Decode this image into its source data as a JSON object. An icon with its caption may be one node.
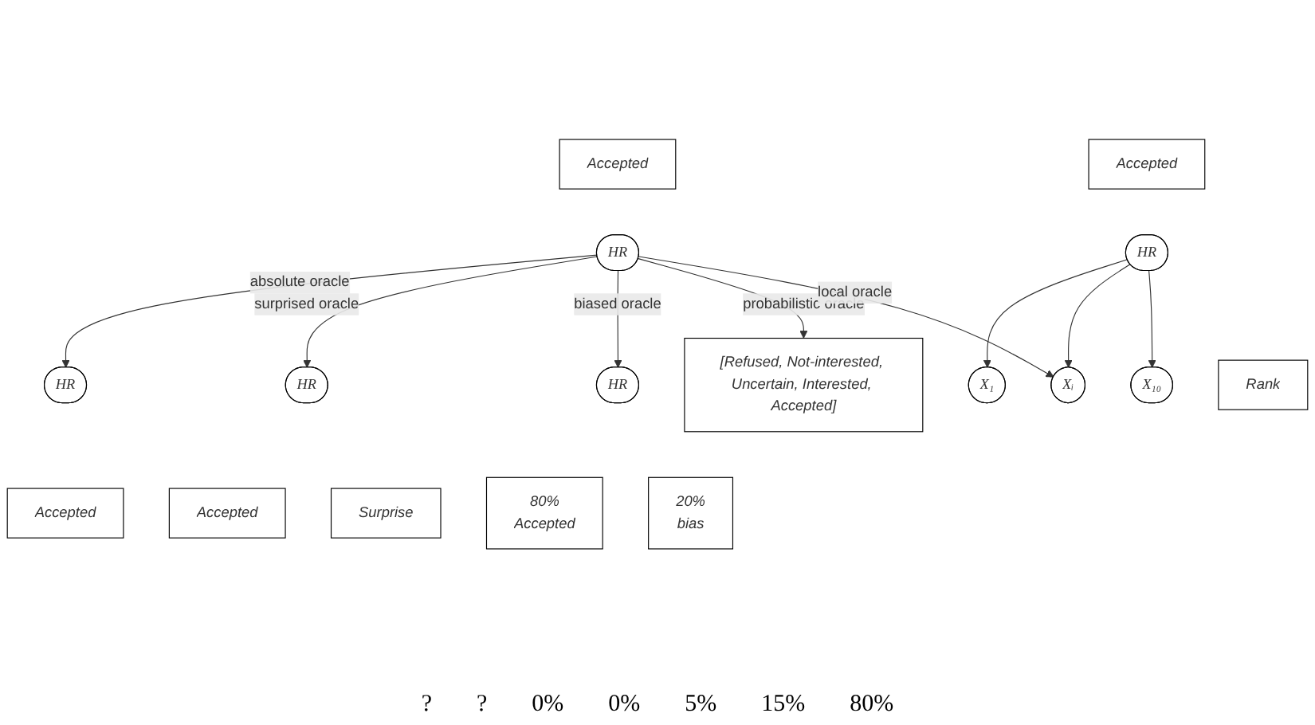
{
  "diagram": {
    "nodes": [
      {
        "text": [
          "Accepted"
        ]
      },
      {
        "text": [
          "HR"
        ]
      },
      {
        "text": [
          "Accepted"
        ]
      },
      {
        "text": [
          "HR"
        ]
      },
      {
        "text": [
          "Accepted"
        ]
      },
      {
        "text": [
          "HR"
        ]
      },
      {
        "text": [
          "Surprise"
        ]
      },
      {
        "text": [
          "80%",
          "Accepted"
        ]
      },
      {
        "text": [
          "HR"
        ]
      },
      {
        "text": [
          "20%",
          "bias"
        ]
      },
      {
        "text": [
          "X₁"
        ]
      },
      {
        "text": [
          "Xᵢ"
        ]
      },
      {
        "text": [
          "Accepted"
        ]
      },
      {
        "text": [
          "HR"
        ]
      },
      {
        "text": [
          "X₁₀"
        ]
      },
      {
        "text": [
          "Rank"
        ]
      },
      {
        "text": [
          "[Refused, Not-interested, Uncertain, Interested, Accepted]"
        ]
      }
    ],
    "edges": [
      {
        "from": 3,
        "to": 1,
        "arrow": "to",
        "label": "absolute oracle"
      },
      {
        "from": 3,
        "to": 5,
        "arrow": "to",
        "label": "surprised oracle"
      },
      {
        "from": 3,
        "to": 8,
        "arrow": "to",
        "label": "biased oracle"
      },
      {
        "from": 3,
        "to": 16,
        "arrow": "to",
        "label": "probabilistic oracle"
      },
      {
        "from": 3,
        "to": 11,
        "arrow": "to",
        "label": "local oracle"
      },
      {
        "from": 13,
        "to": 10,
        "arrow": "to"
      },
      {
        "from": 13,
        "to": 11,
        "arrow": "to"
      },
      {
        "from": 13,
        "to": 14,
        "arrow": "to"
      }
    ],
    "labels": [
      "?",
      "?",
      "0%",
      "0%",
      "5%",
      "15%",
      "80%"
    ]
  }
}
